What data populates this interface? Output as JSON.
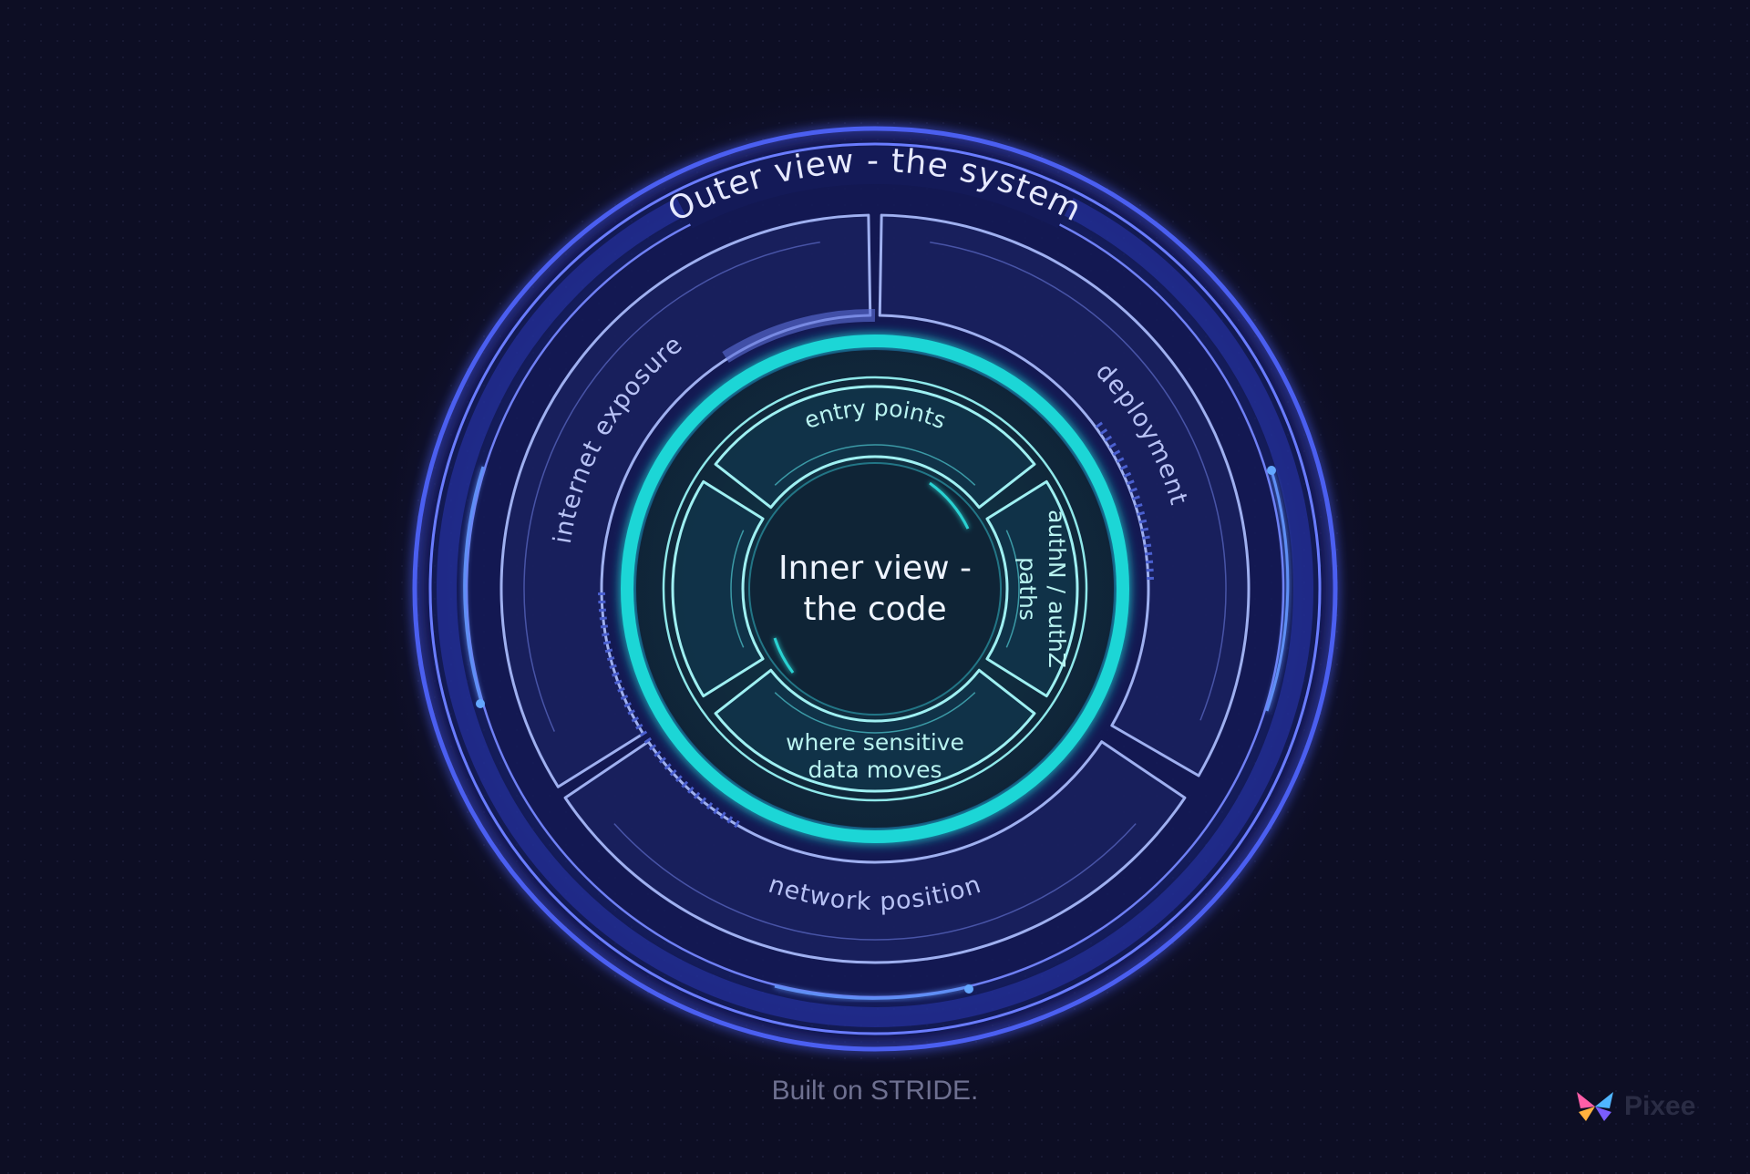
{
  "outer_ring": {
    "title": "Outer view - the system",
    "segments": [
      "internet exposure",
      "deployment",
      "network position"
    ]
  },
  "inner_ring": {
    "segments": [
      "entry points",
      "authN / authZ paths",
      "where sensitive data moves"
    ]
  },
  "center": {
    "line1": "Inner view -",
    "line2": "the code"
  },
  "caption": "Built on STRIDE.",
  "brand": {
    "name": "Pixee",
    "icon": "butterfly-icon"
  },
  "colors": {
    "background": "#0d0e24",
    "outer_accent": "#5b6cf5",
    "inner_accent": "#1fd6d6",
    "segment_stroke": "#9fb0f0"
  }
}
